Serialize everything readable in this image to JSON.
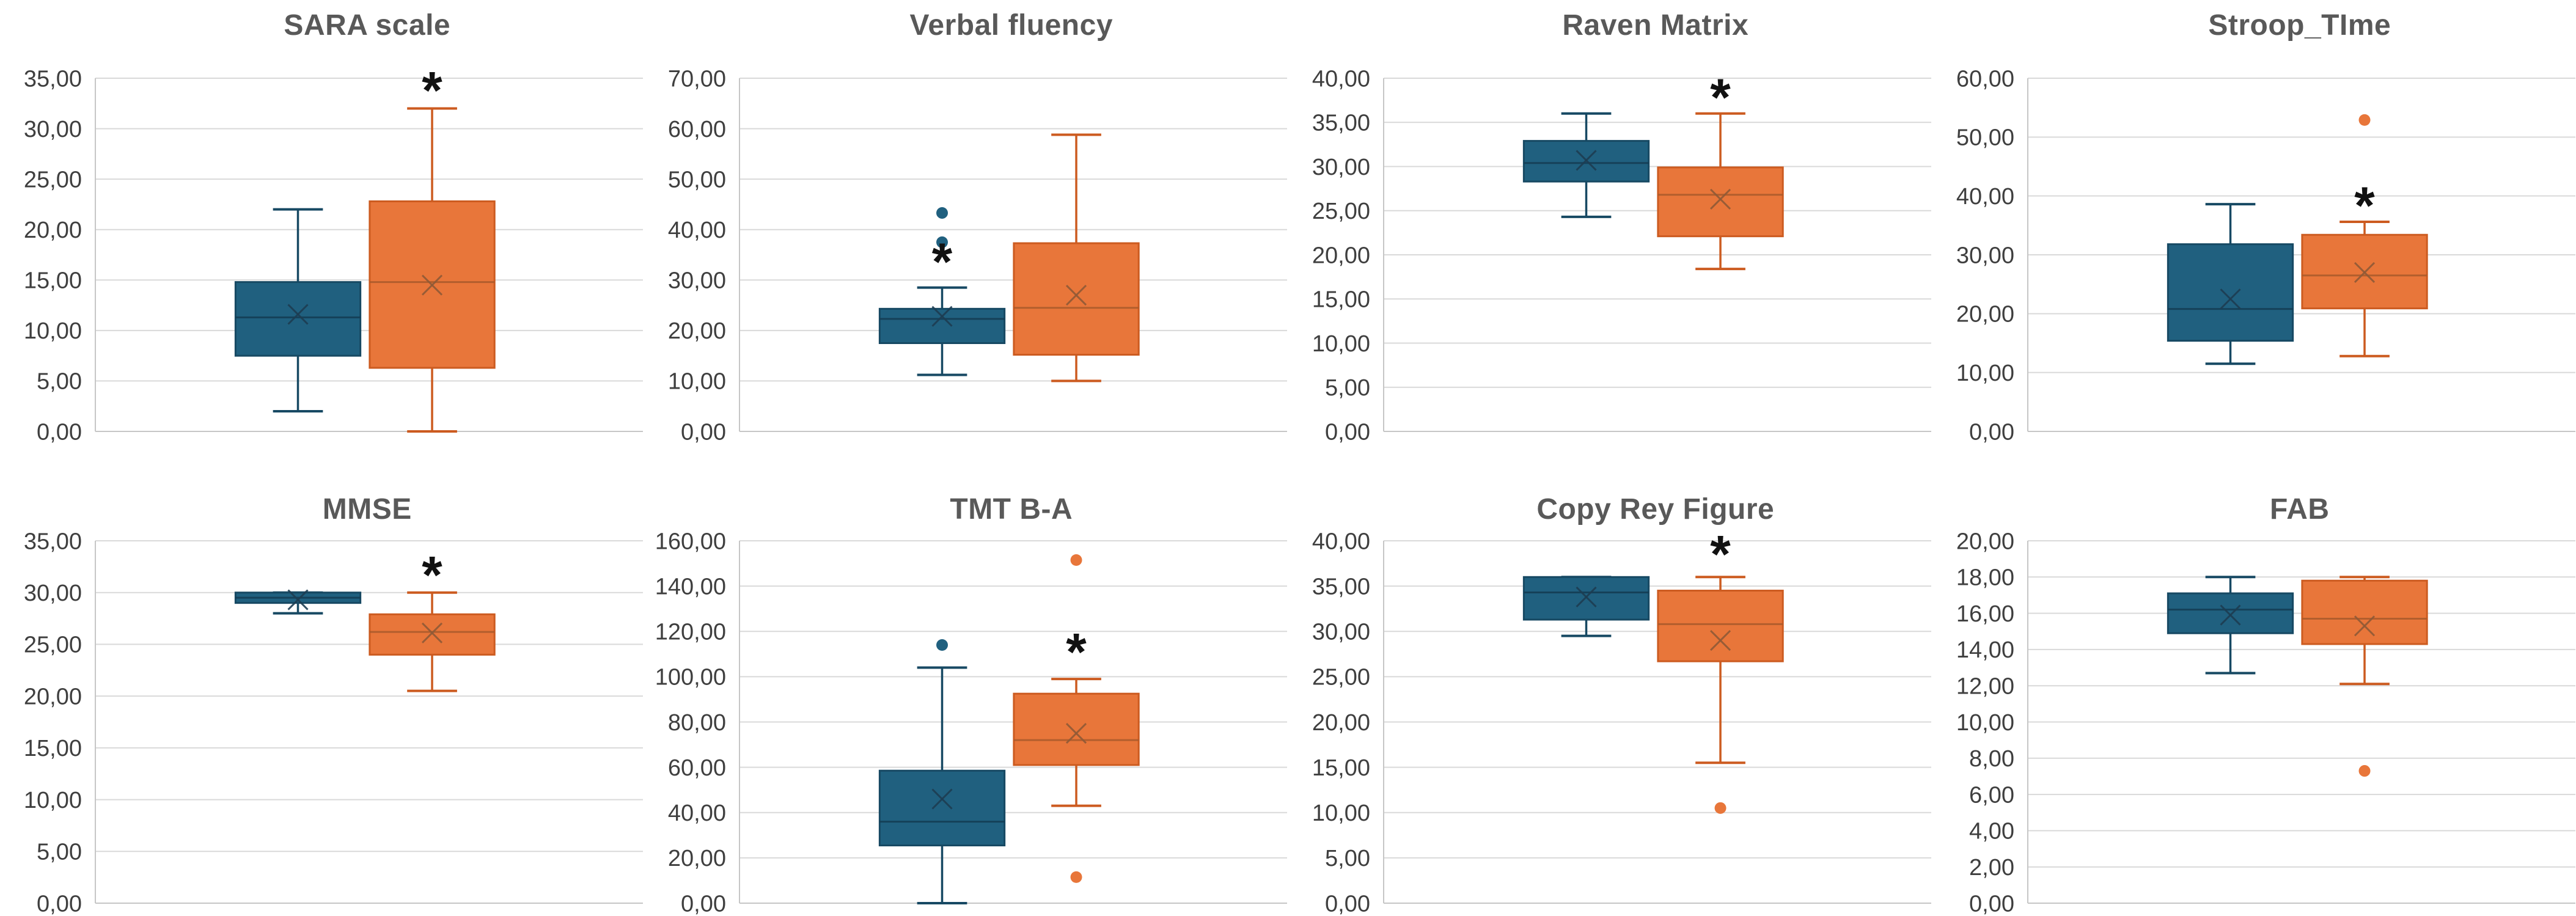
{
  "page": {
    "background": "#ffffff",
    "description": "Grid of eight box-and-whisker charts comparing a blue group and an orange group on neuropsychological tests"
  },
  "colors": {
    "blue_fill": "#20607F",
    "blue_edge": "#174963",
    "blue_median": "#143C52",
    "blue_mean": "#1D3D52",
    "orange_fill": "#E8763A",
    "orange_edge": "#CC5B20",
    "orange_median": "#A85A2B",
    "orange_mean": "#8F5A36",
    "gridline": "#D9D9D9",
    "axis_line": "#C6C6C6",
    "tick_label": "#3F3F3F",
    "title_text": "#595959",
    "star": "#111111"
  },
  "chart_data": [
    {
      "type": "box",
      "title": "SARA scale",
      "ylim": [
        0,
        35
      ],
      "ystep": 5,
      "grid": true,
      "legend": "none",
      "series": [
        {
          "name": "blue-group",
          "whislo": 2.0,
          "q1": 7.5,
          "med": 11.3,
          "q3": 14.8,
          "whishi": 22.0,
          "mean": 11.6,
          "outliers": []
        },
        {
          "name": "orange-group",
          "whislo": 0.0,
          "q1": 6.3,
          "med": 14.8,
          "q3": 22.8,
          "whishi": 32.0,
          "mean": 14.5,
          "outliers": []
        }
      ],
      "annotation": {
        "text": "*",
        "series": 1,
        "y": 33.7
      }
    },
    {
      "type": "box",
      "title": "Verbal fluency",
      "ylim": [
        0,
        70
      ],
      "ystep": 10,
      "grid": true,
      "legend": "none",
      "series": [
        {
          "name": "blue-group",
          "whislo": 11.2,
          "q1": 17.5,
          "med": 22.3,
          "q3": 24.3,
          "whishi": 28.5,
          "mean": 22.8,
          "outliers": [
            37.5,
            43.3
          ]
        },
        {
          "name": "orange-group",
          "whislo": 10.0,
          "q1": 15.2,
          "med": 24.5,
          "q3": 37.3,
          "whishi": 58.8,
          "mean": 27.0,
          "outliers": []
        }
      ],
      "annotation": {
        "text": "*",
        "series": 0,
        "y": 33.4
      }
    },
    {
      "type": "box",
      "title": "Raven Matrix",
      "ylim": [
        0,
        40
      ],
      "ystep": 5,
      "grid": true,
      "legend": "none",
      "series": [
        {
          "name": "blue-group",
          "whislo": 24.3,
          "q1": 28.3,
          "med": 30.4,
          "q3": 32.9,
          "whishi": 36.0,
          "mean": 30.7,
          "outliers": []
        },
        {
          "name": "orange-group",
          "whislo": 18.4,
          "q1": 22.1,
          "med": 26.8,
          "q3": 29.9,
          "whishi": 36.0,
          "mean": 26.3,
          "outliers": []
        }
      ],
      "annotation": {
        "text": "*",
        "series": 1,
        "y": 37.7
      }
    },
    {
      "type": "box",
      "title": "Stroop_TIme",
      "ylim": [
        0,
        60
      ],
      "ystep": 10,
      "grid": true,
      "legend": "none",
      "series": [
        {
          "name": "blue-group",
          "whislo": 11.5,
          "q1": 15.4,
          "med": 20.8,
          "q3": 31.8,
          "whishi": 38.6,
          "mean": 22.5,
          "outliers": []
        },
        {
          "name": "orange-group",
          "whislo": 12.8,
          "q1": 20.9,
          "med": 26.5,
          "q3": 33.4,
          "whishi": 35.6,
          "mean": 27.0,
          "outliers": [
            52.9
          ]
        }
      ],
      "annotation": {
        "text": "*",
        "series": 1,
        "y": 38.2
      }
    },
    {
      "type": "box",
      "title": "MMSE",
      "ylim": [
        0,
        35
      ],
      "ystep": 5,
      "grid": true,
      "legend": "none",
      "series": [
        {
          "name": "blue-group",
          "whislo": 28.0,
          "q1": 29.0,
          "med": 29.5,
          "q3": 30.0,
          "whishi": 30.0,
          "mean": 29.3,
          "outliers": []
        },
        {
          "name": "orange-group",
          "whislo": 20.5,
          "q1": 24.0,
          "med": 26.2,
          "q3": 27.9,
          "whishi": 30.0,
          "mean": 26.1,
          "outliers": []
        }
      ],
      "annotation": {
        "text": "*",
        "series": 1,
        "y": 31.6
      }
    },
    {
      "type": "box",
      "title": "TMT B-A",
      "ylim": [
        0,
        160
      ],
      "ystep": 20,
      "grid": true,
      "legend": "none",
      "series": [
        {
          "name": "blue-group",
          "whislo": 0.0,
          "q1": 25.5,
          "med": 36.0,
          "q3": 58.5,
          "whishi": 104.0,
          "mean": 46.0,
          "outliers": [
            114.0
          ]
        },
        {
          "name": "orange-group",
          "whislo": 43.0,
          "q1": 61.0,
          "med": 72.0,
          "q3": 92.5,
          "whishi": 99.0,
          "mean": 75.0,
          "outliers": [
            151.5,
            11.5
          ]
        }
      ],
      "annotation": {
        "text": "*",
        "series": 1,
        "y": 110.5
      }
    },
    {
      "type": "box",
      "title": "Copy Rey Figure",
      "ylim": [
        0,
        40
      ],
      "ystep": 5,
      "grid": true,
      "legend": "none",
      "series": [
        {
          "name": "blue-group",
          "whislo": 29.5,
          "q1": 31.3,
          "med": 34.3,
          "q3": 36.0,
          "whishi": 36.0,
          "mean": 33.8,
          "outliers": []
        },
        {
          "name": "orange-group",
          "whislo": 15.5,
          "q1": 26.7,
          "med": 30.8,
          "q3": 34.5,
          "whishi": 36.0,
          "mean": 29.0,
          "outliers": [
            10.5
          ]
        }
      ],
      "annotation": {
        "text": "*",
        "series": 1,
        "y": 38.4
      }
    },
    {
      "type": "box",
      "title": "FAB",
      "ylim": [
        0,
        20
      ],
      "ystep": 2,
      "grid": true,
      "legend": "none",
      "series": [
        {
          "name": "blue-group",
          "whislo": 12.7,
          "q1": 14.9,
          "med": 16.2,
          "q3": 17.1,
          "whishi": 18.0,
          "mean": 15.9,
          "outliers": []
        },
        {
          "name": "orange-group",
          "whislo": 12.1,
          "q1": 14.3,
          "med": 15.7,
          "q3": 17.8,
          "whishi": 18.0,
          "mean": 15.3,
          "outliers": [
            7.3
          ]
        }
      ],
      "annotation": null
    }
  ],
  "tick_format": {
    "decimals": 2,
    "decimal_separator": ","
  }
}
